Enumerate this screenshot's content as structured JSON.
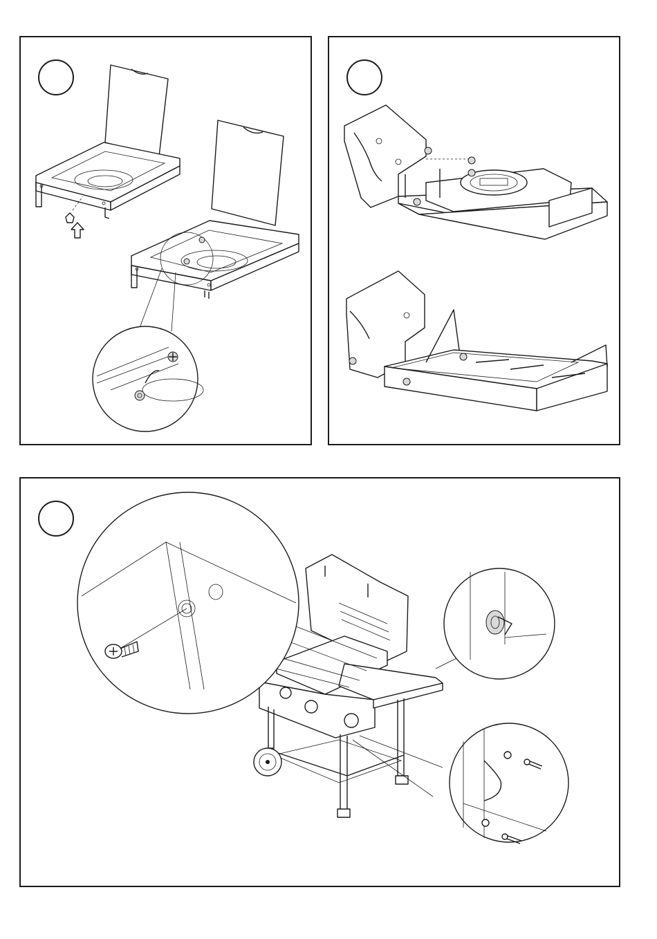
{
  "steps": [
    {
      "number": "",
      "panel": "side-shelf-hinge"
    },
    {
      "number": "",
      "panel": "side-shelf-brackets"
    },
    {
      "number": "",
      "panel": "attach-to-grill"
    }
  ],
  "colors": {
    "line": "#1a1a1a",
    "paper": "#ffffff",
    "fill": "#d9d9d9"
  },
  "icons": [
    "screw-icon",
    "washer-icon",
    "wing-nut-icon",
    "arrow-up-icon",
    "wheel-icon",
    "knob-icon"
  ]
}
